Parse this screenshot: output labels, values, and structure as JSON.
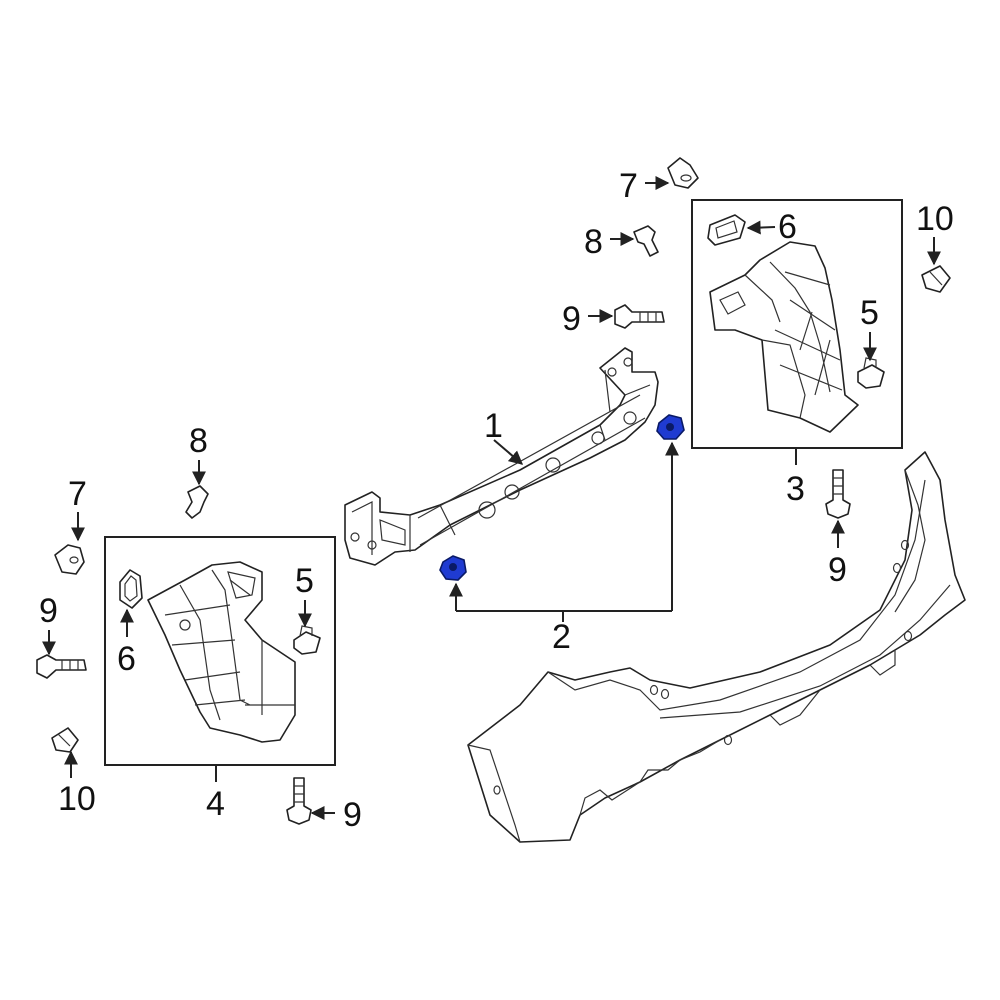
{
  "colors": {
    "line": "#222222",
    "highlight_fill": "#1f3bd1",
    "highlight_stroke": "#0a1a66",
    "background": "#ffffff"
  },
  "callouts": {
    "c1": "1",
    "c2": "2",
    "c3": "3",
    "c4": "4",
    "c5_right": "5",
    "c5_left": "5",
    "c6_right": "6",
    "c6_left": "6",
    "c7_top": "7",
    "c7_left": "7",
    "c8_top": "8",
    "c8_left": "8",
    "c9_top": "9",
    "c9_right": "9",
    "c9_left": "9",
    "c9_bottom": "9",
    "c10_right": "10",
    "c10_left": "10"
  }
}
